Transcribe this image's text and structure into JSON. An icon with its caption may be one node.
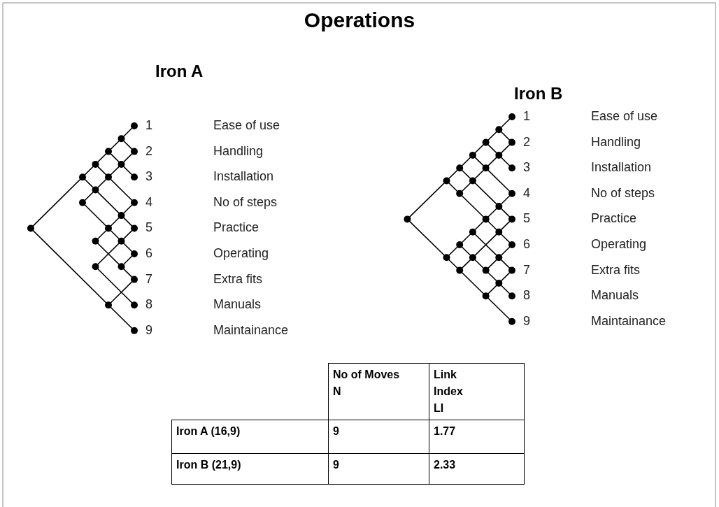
{
  "diagram": {
    "title": "Operations",
    "labels": [
      "Iron A",
      "Iron B",
      "1",
      "Ease of use",
      "2",
      "Handling",
      "3",
      "Installation",
      "4",
      "No of steps",
      "5",
      "Practice",
      "6",
      "Operating",
      "7",
      "Extra fits",
      "8",
      "Manuals",
      "9",
      "Maintainance",
      "1",
      "Ease of use",
      "2",
      "Handling",
      "3",
      "Installation",
      "4",
      "No of steps",
      "5",
      "Practice",
      "6",
      "Operating",
      "7",
      "Extra fits",
      "8",
      "Manuals",
      "9",
      "Maintainance",
      "No of Moves N",
      "Link Index LI",
      "Iron A (16,9)",
      "9",
      "1.77",
      "Iron B (21,9)",
      "9",
      "2.33"
    ]
  }
}
